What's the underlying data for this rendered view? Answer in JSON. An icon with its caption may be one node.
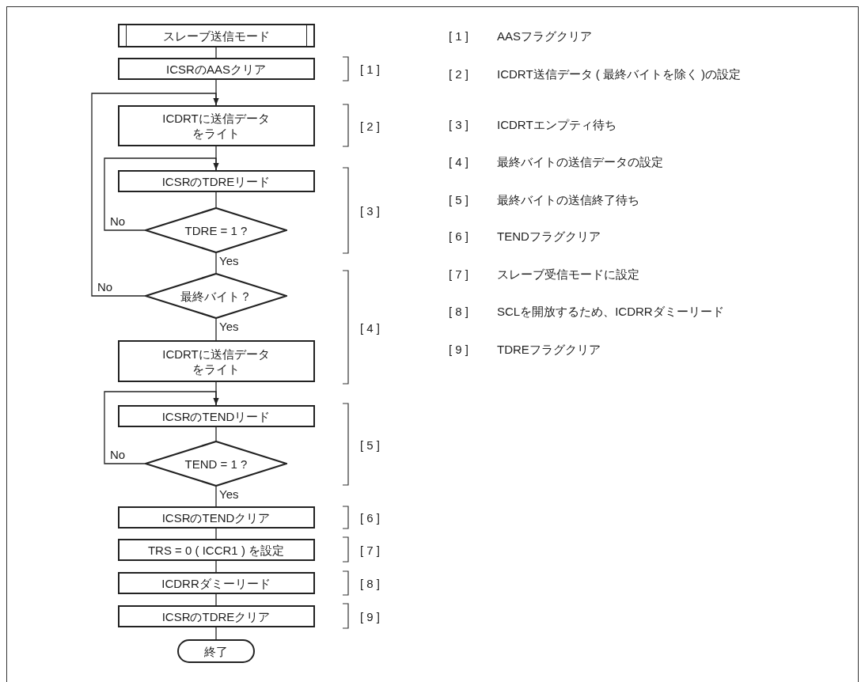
{
  "diagram": {
    "nodes": [
      {
        "text": [
          "スレーブ送信モード"
        ]
      },
      {
        "text": [
          "ICSRのAASクリア"
        ]
      },
      {
        "text": [
          "ICDRTに送信データをライト"
        ]
      },
      {
        "text": [
          "ICSRのTDREリード"
        ]
      },
      {
        "text": [
          "TDRE = 1 ?"
        ]
      },
      {
        "text": [
          "最終バイト？"
        ]
      },
      {
        "text": [
          "ICDRTに送信データをライト"
        ]
      },
      {
        "text": [
          "ICSRのTENDリード"
        ]
      },
      {
        "text": [
          "TEND = 1 ?"
        ]
      },
      {
        "text": [
          "ICSRのTENDクリア"
        ]
      },
      {
        "text": [
          "TRS = 0 ( ICCR1 ) を設定"
        ]
      },
      {
        "text": [
          "ICDRRダミーリード"
        ]
      },
      {
        "text": [
          "ICSRのTDREクリア"
        ]
      },
      {
        "text": [
          "終了"
        ]
      }
    ],
    "edges": [
      {
        "from": 0,
        "to": 1,
        "arrow": "none"
      },
      {
        "from": 1,
        "to": 2,
        "arrow": "none"
      },
      {
        "from": 2,
        "to": 3,
        "arrow": "none"
      },
      {
        "from": 3,
        "to": 4,
        "arrow": "none"
      },
      {
        "from": 4,
        "to": 5,
        "arrow": "none",
        "label": "Yes"
      },
      {
        "from": 4,
        "to": 3,
        "arrow": "to",
        "label": "No"
      },
      {
        "from": 5,
        "to": 6,
        "arrow": "none",
        "label": "Yes"
      },
      {
        "from": 5,
        "to": 2,
        "arrow": "to",
        "label": "No"
      },
      {
        "from": 6,
        "to": 7,
        "arrow": "none"
      },
      {
        "from": 7,
        "to": 8,
        "arrow": "none"
      },
      {
        "from": 8,
        "to": 9,
        "arrow": "none",
        "label": "Yes"
      },
      {
        "from": 8,
        "to": 7,
        "arrow": "to",
        "label": "No"
      },
      {
        "from": 9,
        "to": 10,
        "arrow": "none"
      },
      {
        "from": 10,
        "to": 11,
        "arrow": "none"
      },
      {
        "from": 11,
        "to": 12,
        "arrow": "none"
      },
      {
        "from": 12,
        "to": 13,
        "arrow": "none"
      }
    ],
    "labels": [
      "[ 1 ]",
      "[ 2 ]",
      "[ 3 ]",
      "[ 4 ]",
      "[ 5 ]",
      "[ 6 ]",
      "[ 7 ]",
      "[ 8 ]",
      "[ 9 ]",
      "[ 1 ]",
      "AASフラグクリア",
      "[ 2 ]",
      "ICDRT送信データ ( 最終バイトを除く )の設定",
      "[ 3 ]",
      "ICDRTエンプティ待ち",
      "[ 4 ]",
      "最終バイトの送信データの設定",
      "[ 5 ]",
      "最終バイトの送信終了待ち",
      "[ 6 ]",
      "TENDフラグクリア",
      "[ 7 ]",
      "スレーブ受信モードに設定",
      "[ 8 ]",
      "SCLを開放するため、ICDRRダミーリード",
      "[ 9 ]",
      "TDREフラグクリア"
    ]
  }
}
